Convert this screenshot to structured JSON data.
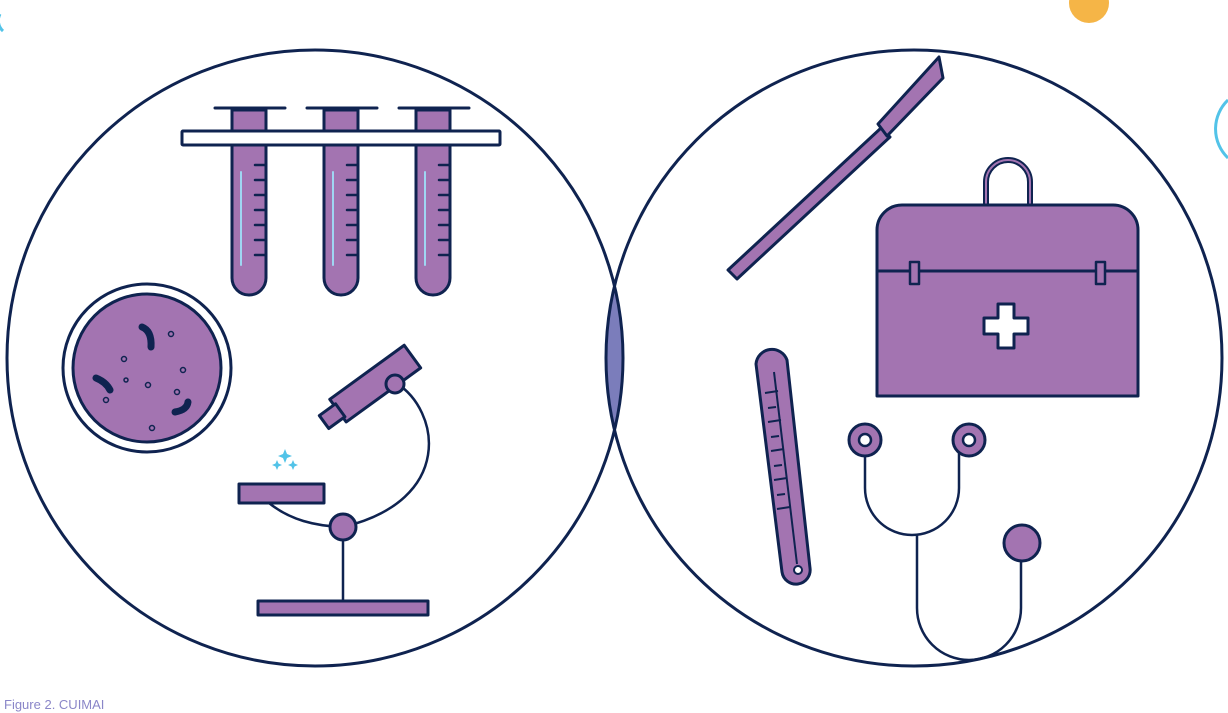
{
  "caption": "Figure 2. CUIMAI",
  "colors": {
    "outline": "#0f2350",
    "purple": "#a374b1",
    "overlap": "#7b7dbb",
    "background": "#ffffff",
    "accent_orange": "#f5b547",
    "accent_cyan": "#52c3e8",
    "highlight_blue": "#9fd6f2",
    "sparkle": "#52c3e8"
  },
  "diagram": {
    "type": "venn",
    "sets": [
      {
        "id": "left",
        "icons": [
          "test-tubes-rack-icon",
          "petri-dish-icon",
          "microscope-icon"
        ]
      },
      {
        "id": "right",
        "icons": [
          "scalpel-icon",
          "medical-bag-icon",
          "thermometer-icon",
          "stethoscope-icon"
        ]
      }
    ],
    "intersection": {
      "filled": true
    }
  }
}
